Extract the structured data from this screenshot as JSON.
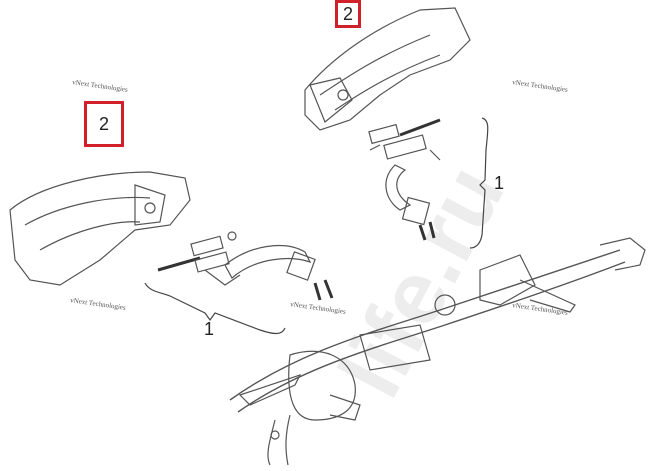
{
  "callouts": {
    "left_guard_label": "2",
    "right_guard_label": "2",
    "left_bracket_label": "1",
    "right_bracket_label": "1"
  },
  "watermarks": {
    "vnext": "vNext Technologies",
    "site_partial": "life.ru"
  },
  "colors": {
    "callout_box": "#d0202a",
    "line_art": "#555555"
  }
}
